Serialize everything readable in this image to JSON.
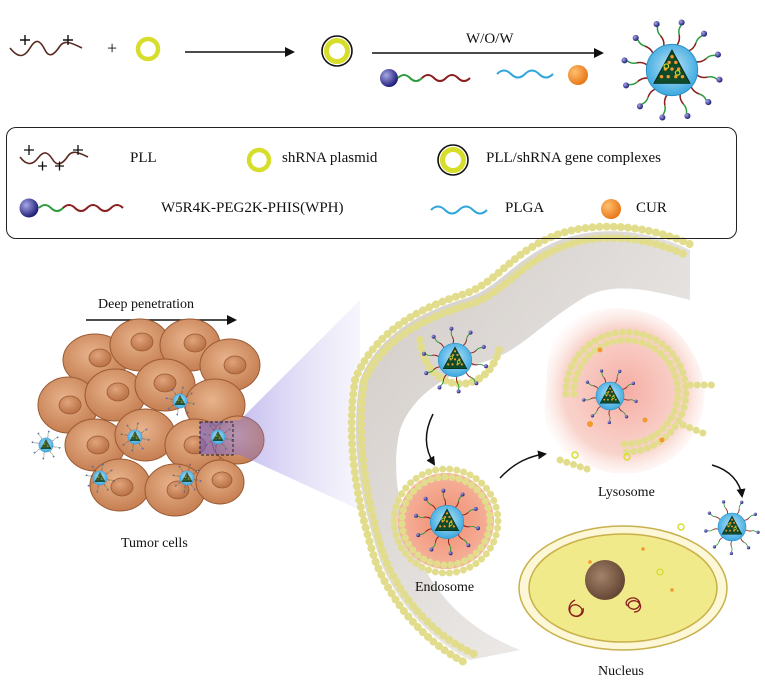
{
  "synthesis": {
    "plus_sign": "+",
    "method_label": "W/O/W"
  },
  "legend": {
    "pll": "PLL",
    "shrna": "shRNA plasmid",
    "complex": "PLL/shRNA gene complexes",
    "wph": "W5R4K-PEG2K-PHIS(WPH)",
    "plga": "PLGA",
    "cur": "CUR"
  },
  "bottom": {
    "deep_penetration": "Deep penetration",
    "tumor_cells": "Tumor cells",
    "endosome": "Endosome",
    "lysosome": "Lysosome",
    "nucleus": "Nucleus"
  },
  "colors": {
    "shrna_ring": "#d6dd2a",
    "plga": "#2ea6dd",
    "cur": "#f08a24",
    "core": "#0f4a2a",
    "shell": "#5bbde8",
    "peg": "#2e9b3e",
    "phis": "#8b1e1e",
    "w5r4k": "#3a3a9a",
    "tumor": "#d4956a",
    "nucleus": "#f1ea8a"
  }
}
